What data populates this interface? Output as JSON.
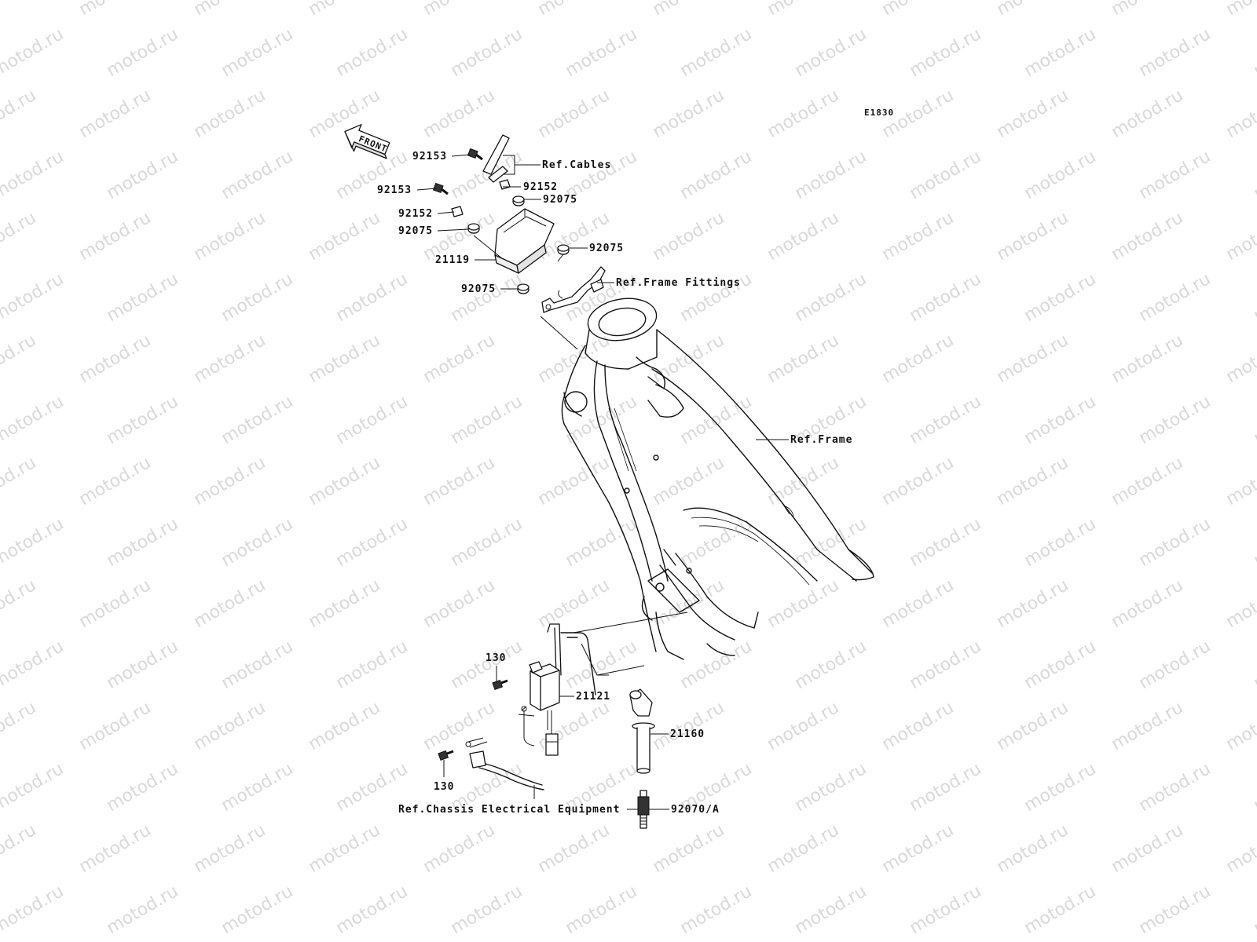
{
  "watermark": "motod.ru",
  "diagram_code": "E1830",
  "front_arrow_label": "FRONT",
  "callouts": {
    "c92153a": "92153",
    "c92153b": "92153",
    "c92152a": "92152",
    "c92152b": "92152",
    "c92075a": "92075",
    "c92075b": "92075",
    "c92075c": "92075",
    "c92075d": "92075",
    "c21119": "21119",
    "c130a": "130",
    "c130b": "130",
    "c21121": "21121",
    "c21160": "21160",
    "c92070": "92070/A"
  },
  "references": {
    "cables": "Ref.Cables",
    "frame_fittings": "Ref.Frame Fittings",
    "frame": "Ref.Frame",
    "chassis_electrical": "Ref.Chassis Electrical Equipment"
  }
}
